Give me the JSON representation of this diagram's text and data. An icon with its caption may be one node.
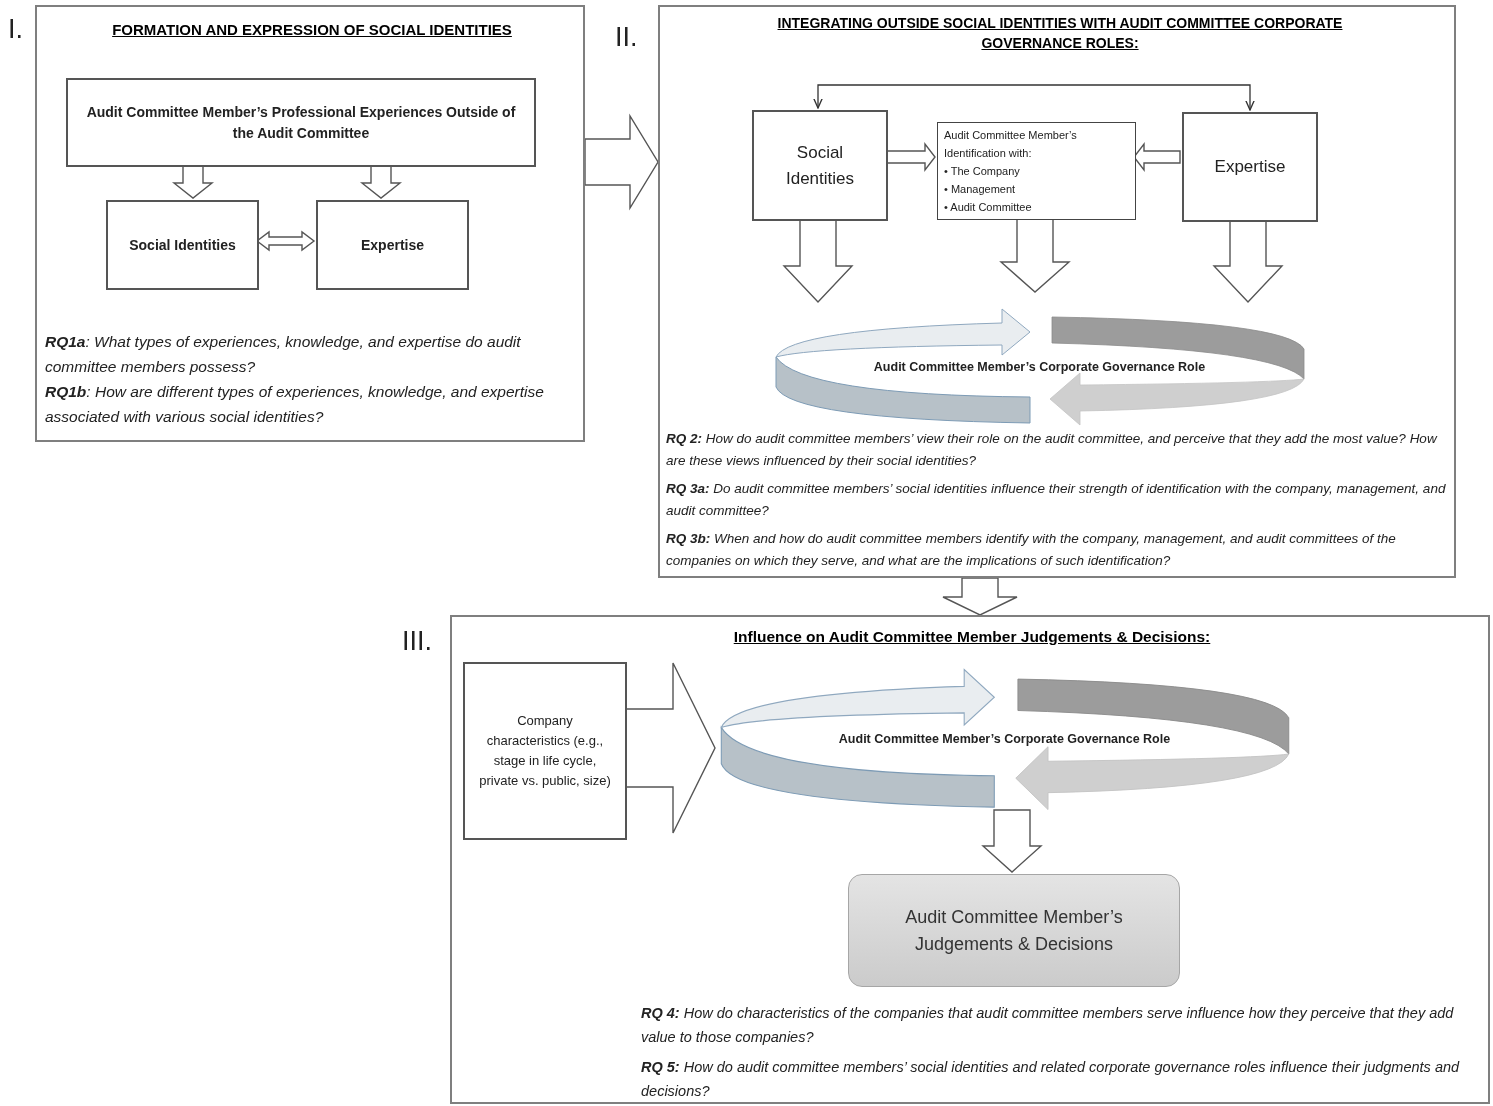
{
  "diagram": {
    "nodes": [
      {
        "text": [
          "FORMATION AND EXPRESSION OF SOCIAL IDENTITIES",
          "**RQ1a**: What types of experiences, knowledge, and expertise do audit committee members possess?",
          "**RQ1b**: How are different types of experiences, knowledge, and expertise associated with various social identities?"
        ],
        "beside": [
          "I."
        ]
      },
      {
        "text": [
          "Audit Committee Member’s Professional Experiences Outside of the Audit Committee"
        ],
        "in": 0
      },
      {
        "text": [
          "Social Identities"
        ],
        "in": 0
      },
      {
        "text": [
          "Expertise"
        ],
        "in": 0
      },
      {
        "text": [
          "INTEGRATING OUTSIDE SOCIAL IDENTITIES WITH AUDIT COMMITTEE CORPORATE GOVERNANCE ROLES:",
          "**RQ 2:** How do audit committee members’ view their role on the audit committee, and perceive that they add the most value? How are these views influenced by their social identities?",
          "**RQ 3a:** Do audit committee members’ social identities influence their strength of identification with the company, management, and audit committee?",
          "**RQ 3b:** When and how do audit committee members identify with the company, management, and audit committees of the companies on which they serve, and what are the implications of such identification?"
        ],
        "beside": [
          "II."
        ]
      },
      {
        "text": [
          "Social Identities"
        ],
        "in": 4
      },
      {
        "text": [
          "Audit Committee Member’s Identification with:",
          "• The Company",
          "• Management",
          "• Audit Committee"
        ],
        "in": 4
      },
      {
        "text": [
          "Expertise"
        ],
        "in": 4
      },
      {
        "text": [
          "Audit Committee Member’s Corporate Governance Role"
        ],
        "in": 4
      },
      {
        "text": [
          "Influence on Audit Committee Member Judgements & Decisions:",
          "**RQ 4:** How do characteristics of the companies that audit committee members serve influence how they perceive that they add value to those companies?",
          "**RQ 5:** How do audit committee members’ social identities and related corporate governance roles influence their judgments and decisions?"
        ],
        "beside": [
          "III."
        ]
      },
      {
        "text": [
          "Company characteristics (e.g., stage in life cycle, private vs. public, size)"
        ],
        "in": 9
      },
      {
        "text": [
          "Audit Committee Member’s Corporate Governance Role"
        ],
        "in": 9
      },
      {
        "text": [
          "Audit Committee Member’s Judgements & Decisions"
        ],
        "in": 9
      }
    ],
    "edges": [
      {
        "from": 1,
        "to": 2,
        "arrow": "to"
      },
      {
        "from": 1,
        "to": 3,
        "arrow": "to"
      },
      {
        "from": 2,
        "to": 3,
        "arrow": "both"
      },
      {
        "from": 0,
        "to": 4,
        "arrow": "to"
      },
      {
        "from": 5,
        "to": 7,
        "arrow": "both"
      },
      {
        "from": 5,
        "to": 6,
        "arrow": "to"
      },
      {
        "from": 7,
        "to": 6,
        "arrow": "to"
      },
      {
        "from": 5,
        "to": 8,
        "arrow": "to"
      },
      {
        "from": 6,
        "to": 8,
        "arrow": "to"
      },
      {
        "from": 7,
        "to": 8,
        "arrow": "to"
      },
      {
        "from": 4,
        "to": 9,
        "arrow": "to"
      },
      {
        "from": 10,
        "to": 11,
        "arrow": "to"
      },
      {
        "from": 11,
        "to": 12,
        "arrow": "to"
      }
    ]
  }
}
